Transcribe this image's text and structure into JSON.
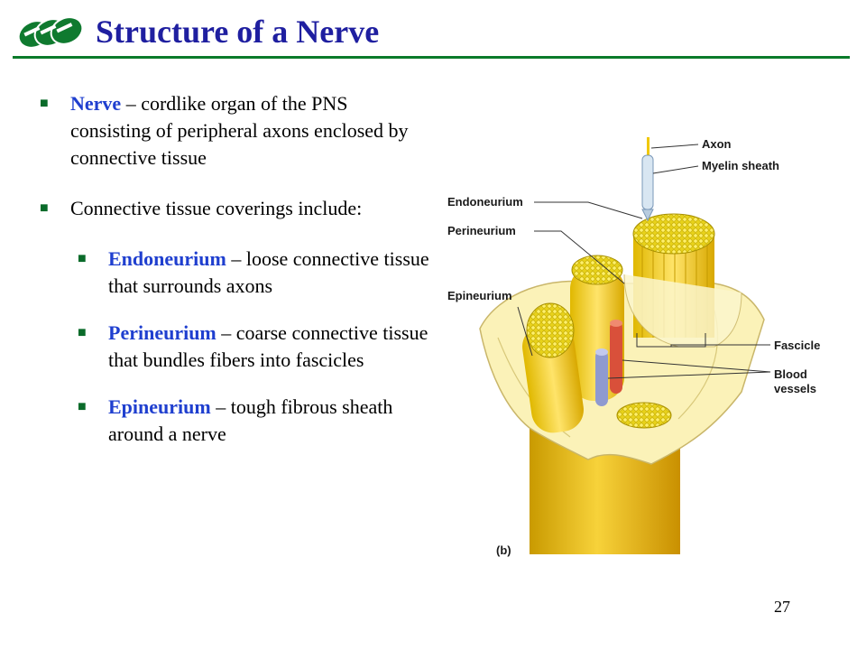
{
  "slide": {
    "title": "Structure of a Nerve",
    "page_number": "27",
    "bullets": [
      {
        "term": "Nerve",
        "text": " – cordlike organ of the PNS consisting of peripheral axons enclosed by connective tissue"
      },
      {
        "term": "",
        "text": "Connective tissue coverings include:"
      }
    ],
    "sub_bullets": [
      {
        "term": "Endoneurium",
        "text": " – loose connective tissue that surrounds axons"
      },
      {
        "term": "Perineurium",
        "text": " – coarse connective tissue  that bundles fibers into fascicles"
      },
      {
        "term": "Epineurium",
        "text": " – tough fibrous sheath around a nerve"
      }
    ]
  },
  "figure": {
    "labels": {
      "axon": "Axon",
      "myelin": "Myelin sheath",
      "endoneurium": "Endoneurium",
      "perineurium": "Perineurium",
      "epineurium": "Epineurium",
      "fascicle": "Fascicle",
      "blood1": "Blood",
      "blood2": "vessels",
      "panel": "(b)"
    }
  },
  "colors": {
    "title": "#1f1fa0",
    "term": "#1f3fcf",
    "rule": "#0a7a2a"
  }
}
